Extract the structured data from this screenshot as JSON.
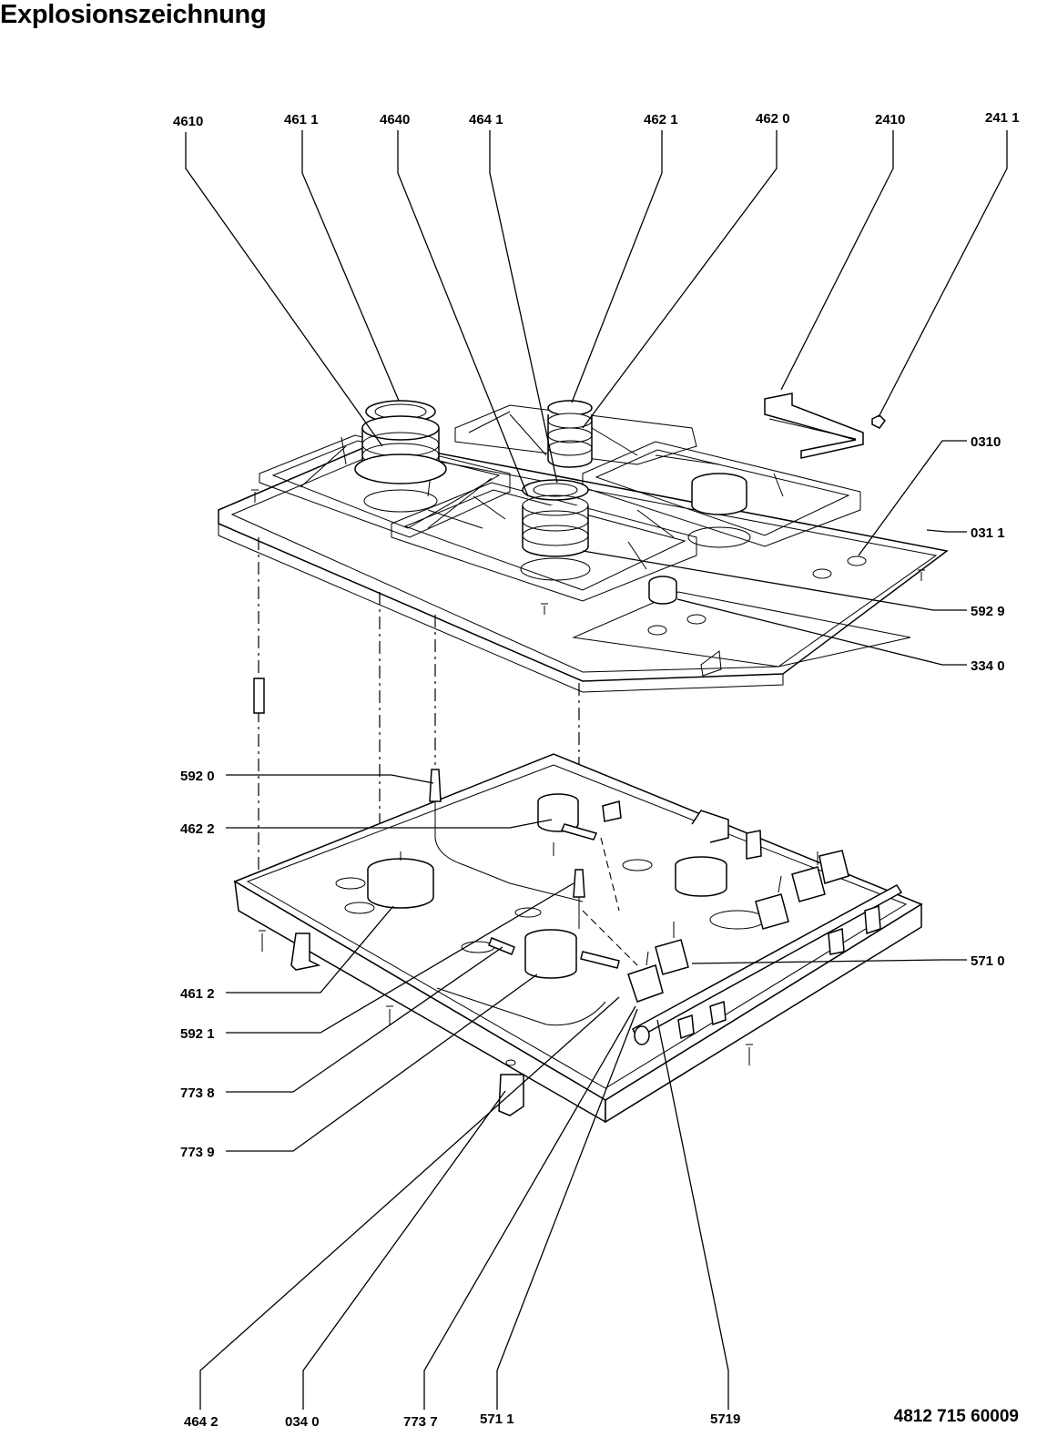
{
  "title": "Explosionszeichnung",
  "document_number": "4812 715 60009",
  "parts": {
    "p4610": "4610",
    "p4611": "461 1",
    "p4640": "4640",
    "p4641": "464 1",
    "p4621": "462 1",
    "p4620": "462 0",
    "p2410": "2410",
    "p2411": "241 1",
    "p0310": "0310",
    "p0311": "031 1",
    "p5929": "592 9",
    "p3340": "334 0",
    "p5920": "592 0",
    "p4622": "462 2",
    "p5710": "571 0",
    "p4612": "461 2",
    "p5921": "592 1",
    "p7738": "773 8",
    "p7739": "773 9",
    "p4642": "464 2",
    "p0340": "034 0",
    "p7737": "773 7",
    "p5711": "571 1",
    "p5719": "5719"
  }
}
